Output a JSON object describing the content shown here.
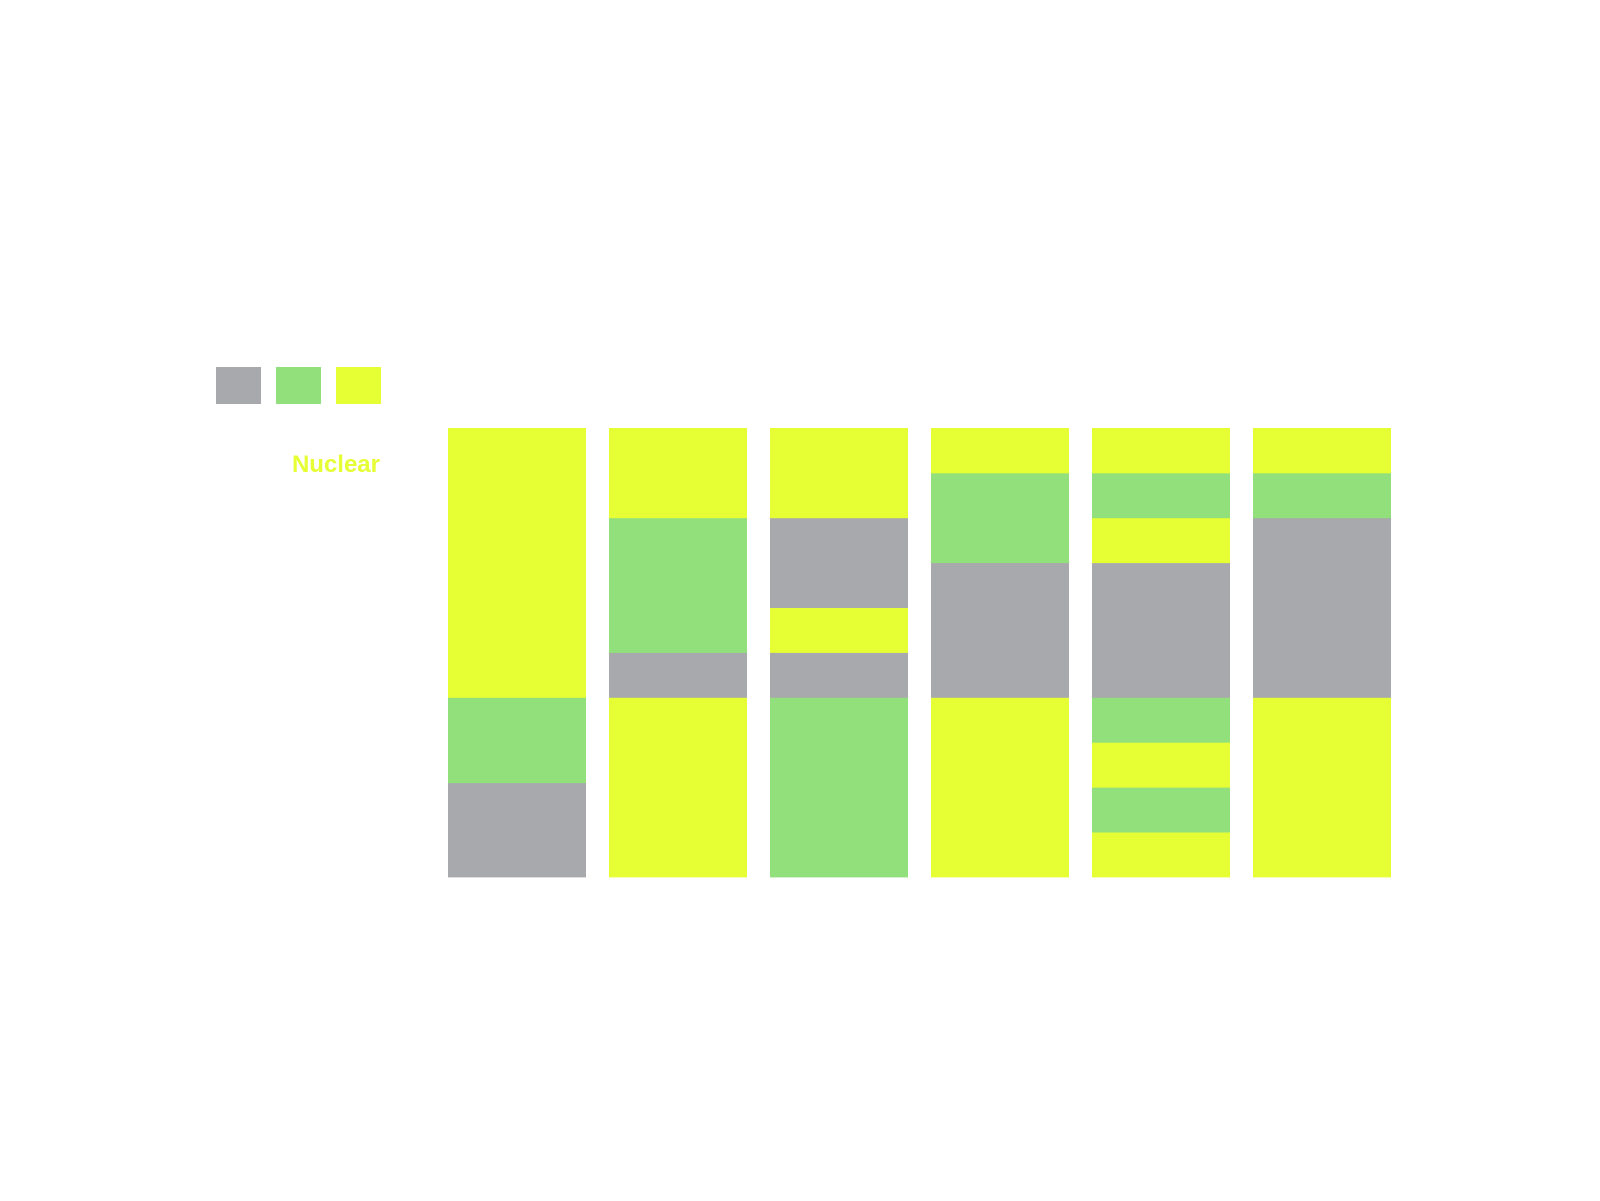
{
  "chart_data": {
    "type": "bar",
    "orientation": "vertical",
    "stacked": true,
    "grid": false,
    "legend_placement": "left",
    "active_legend_label": "Nuclear",
    "colors": {
      "gray": "#a8a9ac",
      "green": "#92e07c",
      "yellow": "#e6ff34"
    },
    "legend": [
      {
        "key": "gray",
        "color": "#a8a9ac"
      },
      {
        "key": "green",
        "color": "#92e07c"
      },
      {
        "key": "yellow",
        "color": "#e6ff34"
      }
    ],
    "columns": [
      {
        "segments": [
          {
            "key": "gray",
            "value": 2.1
          },
          {
            "key": "green",
            "value": 1.9
          },
          {
            "key": "yellow",
            "value": 6.0
          }
        ]
      },
      {
        "segments": [
          {
            "key": "yellow",
            "value": 4.0
          },
          {
            "key": "gray",
            "value": 1.0
          },
          {
            "key": "green",
            "value": 3.0
          },
          {
            "key": "yellow",
            "value": 1.0
          },
          {
            "key": "yellow",
            "value": 1.0
          }
        ]
      },
      {
        "segments": [
          {
            "key": "green",
            "value": 4.0
          },
          {
            "key": "gray",
            "value": 1.0
          },
          {
            "key": "yellow",
            "value": 1.0
          },
          {
            "key": "gray",
            "value": 2.0
          },
          {
            "key": "yellow",
            "value": 1.0
          },
          {
            "key": "yellow",
            "value": 1.0
          }
        ]
      },
      {
        "segments": [
          {
            "key": "yellow",
            "value": 4.0
          },
          {
            "key": "gray",
            "value": 3.0
          },
          {
            "key": "green",
            "value": 2.0
          },
          {
            "key": "yellow",
            "value": 1.0
          }
        ]
      },
      {
        "segments": [
          {
            "key": "yellow",
            "value": 1.0
          },
          {
            "key": "green",
            "value": 1.0
          },
          {
            "key": "yellow",
            "value": 1.0
          },
          {
            "key": "green",
            "value": 1.0
          },
          {
            "key": "gray",
            "value": 3.0
          },
          {
            "key": "yellow",
            "value": 1.0
          },
          {
            "key": "green",
            "value": 1.0
          },
          {
            "key": "yellow",
            "value": 1.0
          }
        ]
      },
      {
        "segments": [
          {
            "key": "yellow",
            "value": 4.0
          },
          {
            "key": "gray",
            "value": 4.0
          },
          {
            "key": "green",
            "value": 1.0
          },
          {
            "key": "yellow",
            "value": 1.0
          }
        ]
      }
    ]
  }
}
